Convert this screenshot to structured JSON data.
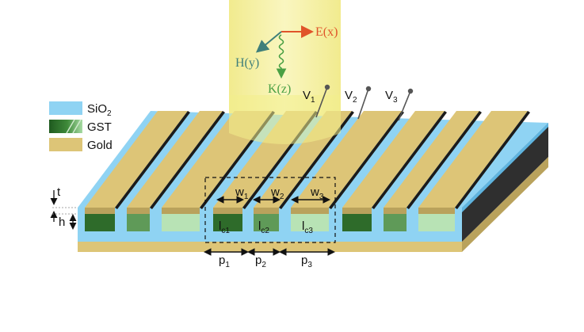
{
  "legend": {
    "items": [
      {
        "label": "SiO",
        "sub": "2",
        "color": "#8fd3f3"
      },
      {
        "label": "GST",
        "sub": "",
        "color": "#2e6b2a"
      },
      {
        "label": "Gold",
        "sub": "",
        "color": "#ddc577"
      }
    ]
  },
  "beam": {
    "axes": {
      "e": {
        "label": "E(x)",
        "color": "#e0542a"
      },
      "h": {
        "label": "H(y)",
        "color": "#3f7f7a"
      },
      "k": {
        "label": "K(z)",
        "color": "#4aa044"
      }
    }
  },
  "voltages": [
    {
      "label": "V",
      "sub": "1"
    },
    {
      "label": "V",
      "sub": "2"
    },
    {
      "label": "V",
      "sub": "3"
    }
  ],
  "dims": {
    "t": "t",
    "h": "h",
    "w": [
      {
        "label": "w",
        "sub": "1"
      },
      {
        "label": "w",
        "sub": "2"
      },
      {
        "label": "w",
        "sub": "3"
      }
    ],
    "l": [
      {
        "label": "l",
        "sub": "c1"
      },
      {
        "label": "l",
        "sub": "c2"
      },
      {
        "label": "l",
        "sub": "c3"
      }
    ],
    "p": [
      {
        "label": "p",
        "sub": "1"
      },
      {
        "label": "p",
        "sub": "2"
      },
      {
        "label": "p",
        "sub": "3"
      }
    ]
  },
  "colors": {
    "gold": "#ddc577",
    "gold_dark": "#b9a25c",
    "sio2": "#8fd3f3",
    "sio2_dark": "#5fb4df",
    "gst_amorphous": "#2e6b2a",
    "gst_mid": "#5f9a58",
    "gst_crystal": "#b8e3b5",
    "beam": "#f3ee8c",
    "substrate_side": "#2f2f2f"
  }
}
